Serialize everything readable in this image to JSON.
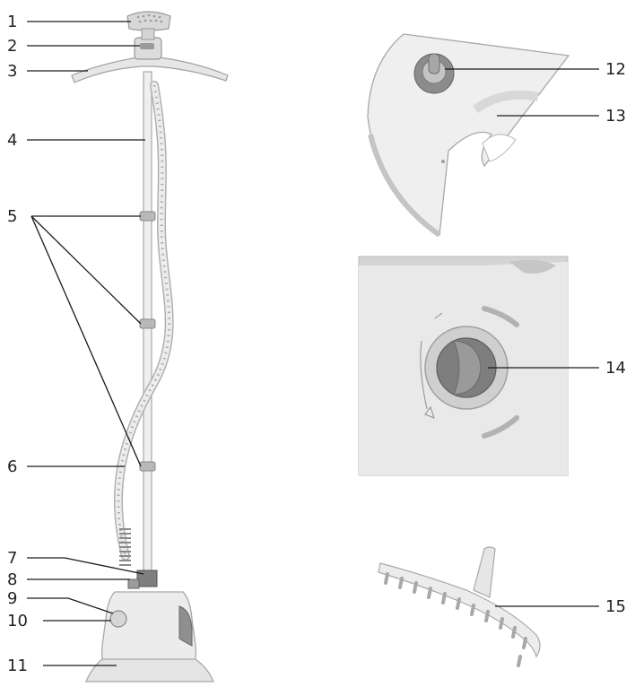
{
  "callouts": {
    "c1": "1",
    "c2": "2",
    "c3": "3",
    "c4": "4",
    "c5": "5",
    "c6": "6",
    "c7": "7",
    "c8": "8",
    "c9": "9",
    "c10": "10",
    "c11": "11",
    "c12": "12",
    "c13": "13",
    "c14": "14",
    "c15": "15"
  },
  "colors": {
    "body": "#ececec",
    "body_shade": "#d2d2d2",
    "outline": "#a8a8a8",
    "dark_part": "#8a8a8a",
    "hose_dots": "#b3a99e",
    "panel_bg": "#d4d4d4",
    "line": "#1a1a1a"
  },
  "icons": {
    "steamer": "garment-steamer-drawing",
    "tank_lid": "water-tank-lid-drawing",
    "tank_cap": "tank-cap-closeup-drawing",
    "brush": "lint-brush-attachment-drawing"
  }
}
